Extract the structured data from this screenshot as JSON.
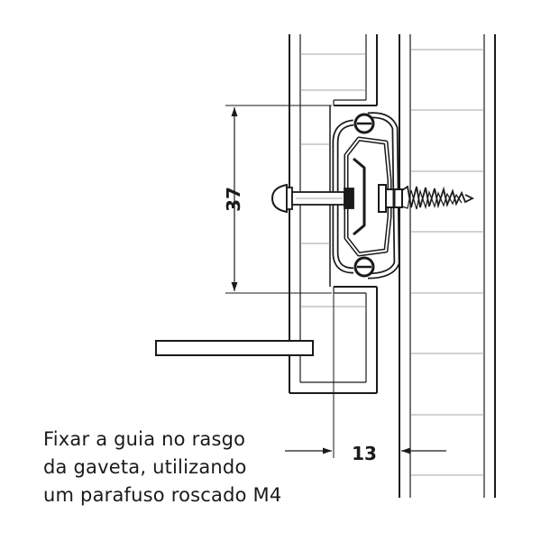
{
  "dimensions": {
    "height_label": "37",
    "offset_label": "13"
  },
  "caption": {
    "line1": "Fixar a guia no rasgo",
    "line2": "da gaveta, utilizando",
    "line3": "um parafuso roscado M4"
  }
}
